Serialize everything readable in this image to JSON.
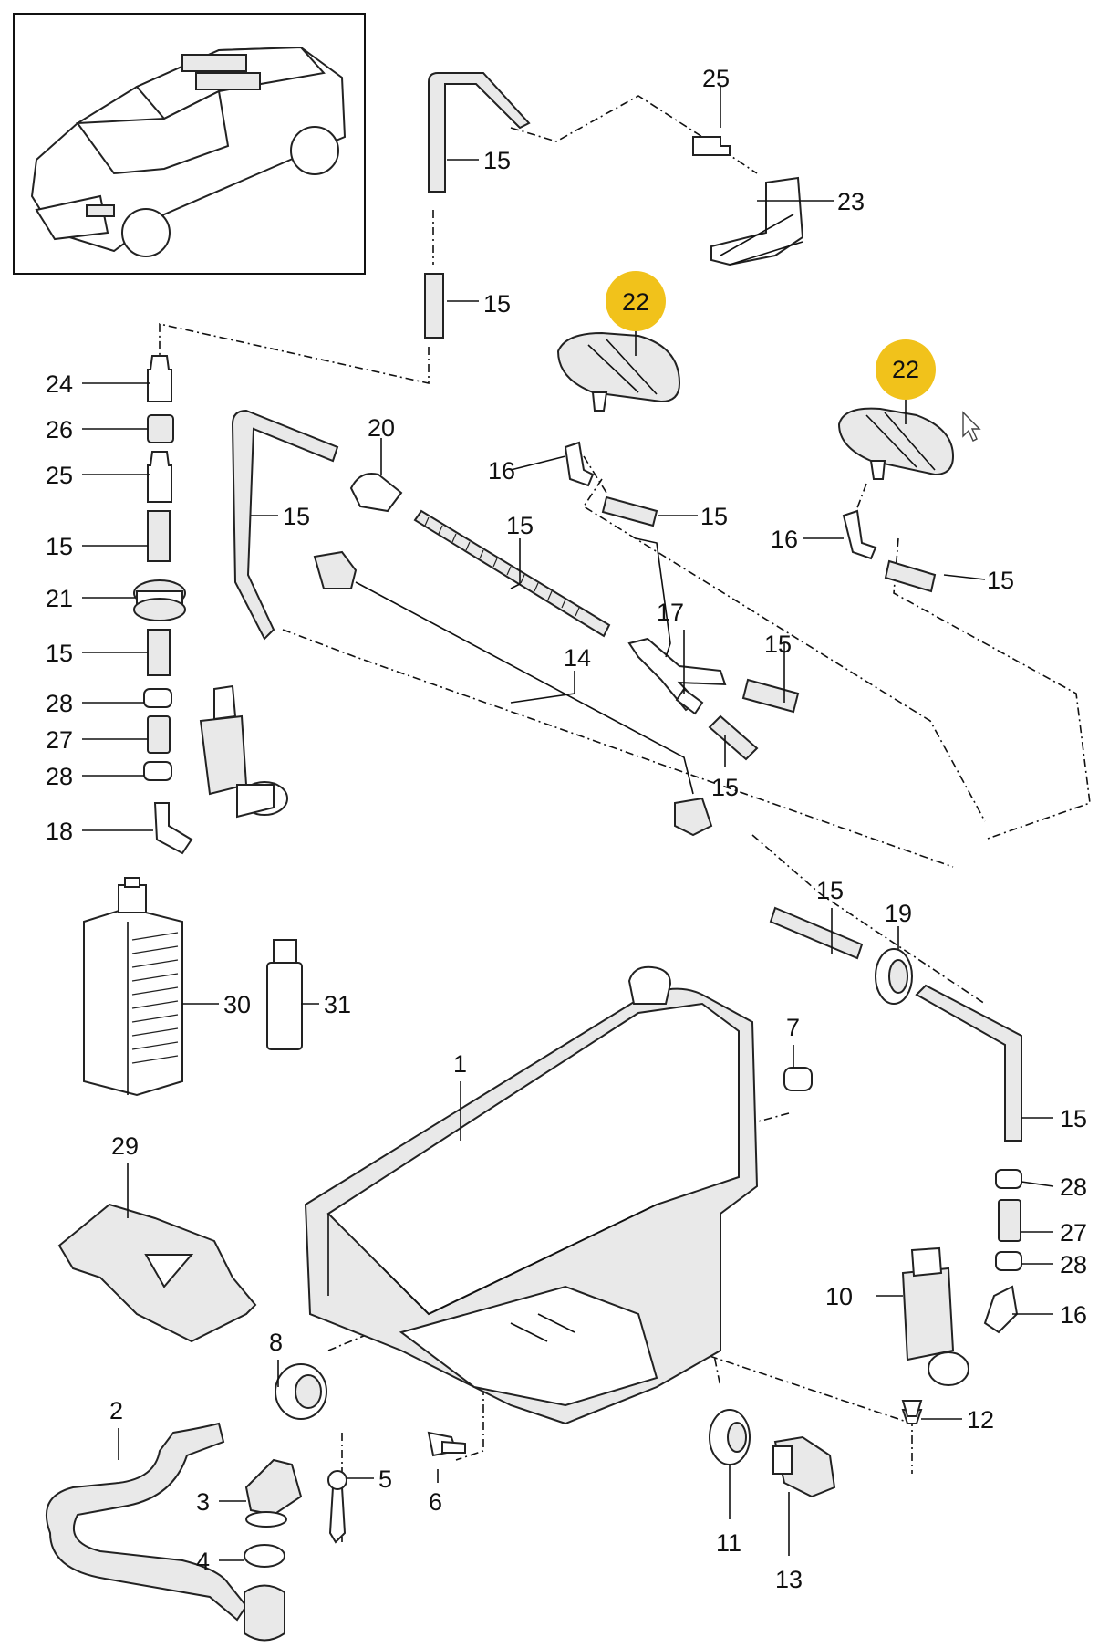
{
  "labels": {
    "p1": "1",
    "p2": "2",
    "p3": "3",
    "p4": "4",
    "p5": "5",
    "p6": "6",
    "p7": "7",
    "p8": "8",
    "p10": "10",
    "p11": "11",
    "p12": "12",
    "p13": "13",
    "p14": "14",
    "p15": "15",
    "p16": "16",
    "p17": "17",
    "p18": "18",
    "p19": "19",
    "p20": "20",
    "p21": "21",
    "p22": "22",
    "p23": "23",
    "p24": "24",
    "p25": "25",
    "p26": "26",
    "p27": "27",
    "p28": "28",
    "p29": "29",
    "p30": "30",
    "p31": "31"
  },
  "highlight_color": "#f1c21b",
  "highlighted_parts": [
    "22"
  ],
  "cursor_icon": "arrow-cursor-icon",
  "thumbnail_icon": "car-thumbnail-icon"
}
